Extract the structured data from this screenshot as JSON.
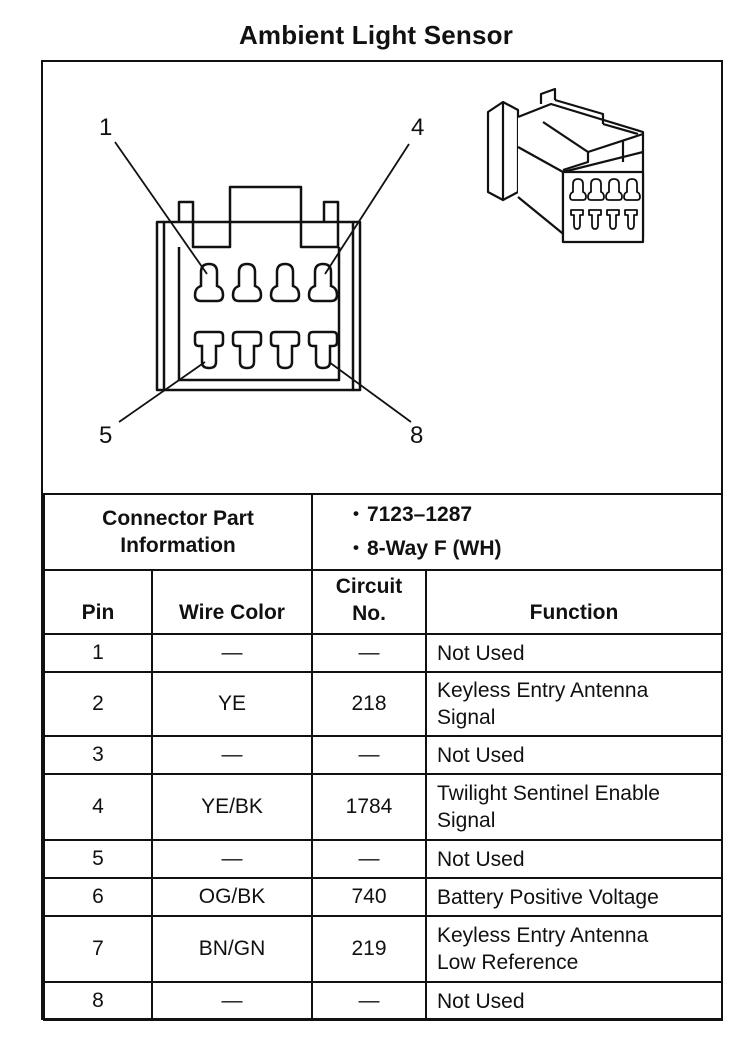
{
  "title": "Ambient Light Sensor",
  "diagram": {
    "callouts": [
      "1",
      "4",
      "5",
      "8"
    ]
  },
  "connector_info": {
    "label_line1": "Connector Part",
    "label_line2": "Information",
    "items": [
      "7123–1287",
      "8-Way F (WH)"
    ]
  },
  "table": {
    "headers": {
      "pin": "Pin",
      "wire_color": "Wire Color",
      "circuit_line1": "Circuit",
      "circuit_line2": "No.",
      "function": "Function"
    },
    "rows": [
      {
        "pin": "1",
        "wire": "—",
        "circuit": "—",
        "function_line1": "Not Used",
        "function_line2": ""
      },
      {
        "pin": "2",
        "wire": "YE",
        "circuit": "218",
        "function_line1": "Keyless Entry Antenna",
        "function_line2": "Signal"
      },
      {
        "pin": "3",
        "wire": "—",
        "circuit": "—",
        "function_line1": "Not Used",
        "function_line2": ""
      },
      {
        "pin": "4",
        "wire": "YE/BK",
        "circuit": "1784",
        "function_line1": "Twilight Sentinel Enable",
        "function_line2": "Signal"
      },
      {
        "pin": "5",
        "wire": "—",
        "circuit": "—",
        "function_line1": "Not Used",
        "function_line2": ""
      },
      {
        "pin": "6",
        "wire": "OG/BK",
        "circuit": "740",
        "function_line1": "Battery Positive Voltage",
        "function_line2": ""
      },
      {
        "pin": "7",
        "wire": "BN/GN",
        "circuit": "219",
        "function_line1": "Keyless Entry Antenna",
        "function_line2": "Low Reference"
      },
      {
        "pin": "8",
        "wire": "—",
        "circuit": "—",
        "function_line1": "Not Used",
        "function_line2": ""
      }
    ]
  }
}
